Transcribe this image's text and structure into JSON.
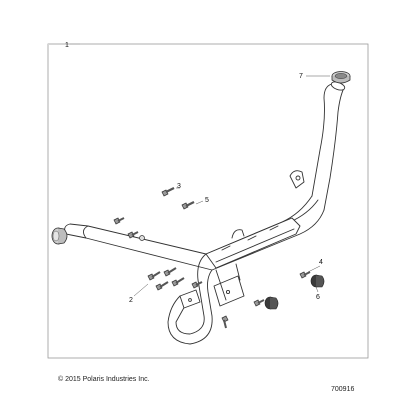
{
  "diagram": {
    "frame_callout": "1",
    "callouts": [
      {
        "id": "c2",
        "text": "2"
      },
      {
        "id": "c3",
        "text": "3"
      },
      {
        "id": "c4",
        "text": "4"
      },
      {
        "id": "c5",
        "text": "5"
      },
      {
        "id": "c6",
        "text": "6"
      },
      {
        "id": "c7",
        "text": "7"
      }
    ],
    "copyright": "© 2015 Polaris Industries Inc.",
    "figure_number": "700916"
  },
  "colors": {
    "line": "#333333",
    "frame": "#999999",
    "part_fill": "#ffffff",
    "cap_fill": "#cfcfcf",
    "dark_fill": "#3a3a3a"
  }
}
